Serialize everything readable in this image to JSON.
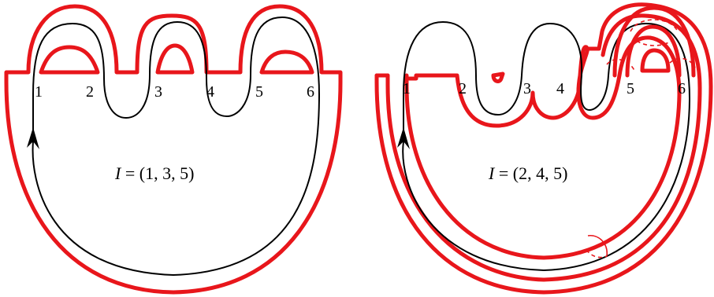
{
  "panels": [
    {
      "formula": {
        "lhs": "I",
        "eq": " = ",
        "rhs": "(1, 3, 5)"
      },
      "labels": [
        "1",
        "2",
        "3",
        "4",
        "5",
        "6"
      ]
    },
    {
      "formula": {
        "lhs": "I",
        "eq": " = ",
        "rhs": "(2, 4, 5)"
      },
      "labels": [
        "1",
        "2",
        "3",
        "4",
        "5",
        "6"
      ]
    }
  ],
  "colors": {
    "highlight": "#e8161b",
    "curve": "#000000"
  }
}
